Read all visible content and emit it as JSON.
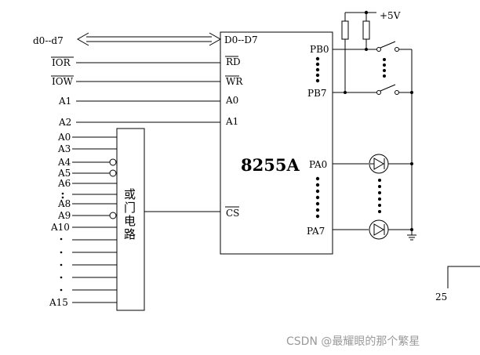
{
  "chip": {
    "name": "8255A",
    "pins": {
      "data": "D0--D7",
      "rd": "RD",
      "wr": "WR",
      "a0": "A0",
      "a1": "A1",
      "cs": "CS",
      "pb0": "PB0",
      "pb7": "PB7",
      "pa0": "PA0",
      "pa7": "PA7"
    }
  },
  "bus": {
    "data": "d0--d7",
    "ior": "IOR",
    "iow": "IOW",
    "a1": "A1",
    "a2": "A2",
    "addr": [
      "A0",
      "A3",
      "A4",
      "A5",
      "A6",
      "A8",
      "A9",
      "A10",
      "A15"
    ]
  },
  "or_gate": {
    "chars": [
      "或",
      "门",
      "电",
      "路"
    ]
  },
  "power": {
    "label": "+5V"
  },
  "page_number": "25",
  "watermark": "CSDN @最耀眼的那个繁星"
}
